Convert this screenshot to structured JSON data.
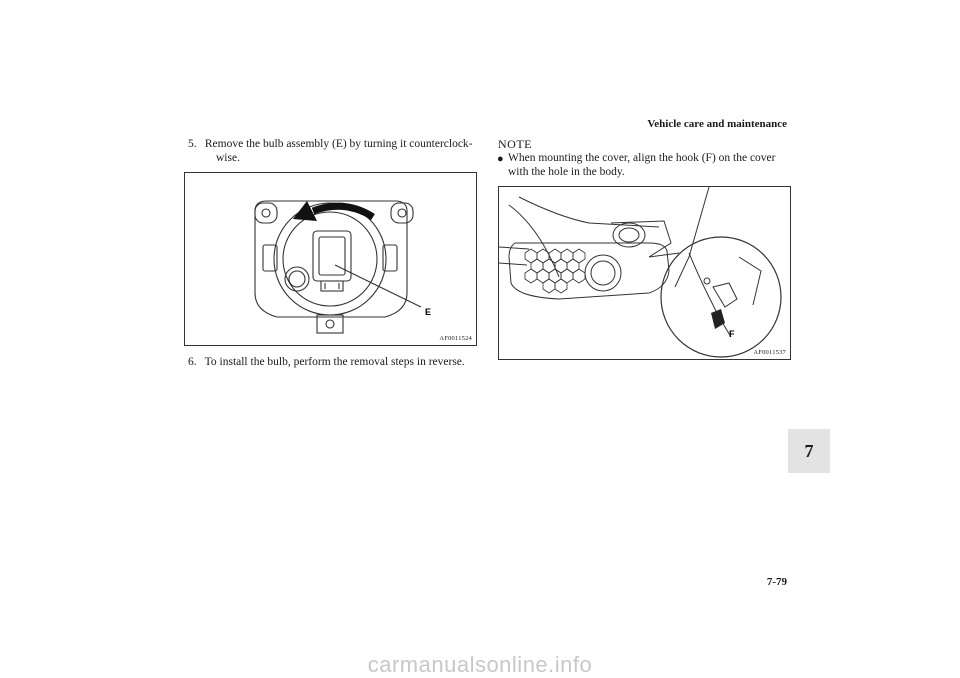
{
  "header": {
    "section_title": "Vehicle care and maintenance"
  },
  "chapter_tab": "7",
  "page_number": "7-79",
  "left_column": {
    "step5": {
      "number": "5.",
      "line1": "Remove the bulb assembly (E) by turning it counterclock-",
      "line2": "wise."
    },
    "figure1": {
      "callout": "E",
      "code": "AF0011524"
    },
    "step6": {
      "number": "6.",
      "text": "To install the bulb, perform the removal steps in reverse."
    }
  },
  "right_column": {
    "note_heading": "NOTE",
    "note_bullet": "●",
    "note_text": "When mounting the cover, align the hook (F) on the cover with the hole in the body.",
    "figure2": {
      "callout": "F",
      "code": "AF0011537"
    }
  },
  "footer": {
    "watermark": "carmanualsonline.info"
  },
  "colors": {
    "tab_background": "#e3e3e3",
    "text": "#1a1a1a",
    "watermark": "#c8c8c8"
  }
}
